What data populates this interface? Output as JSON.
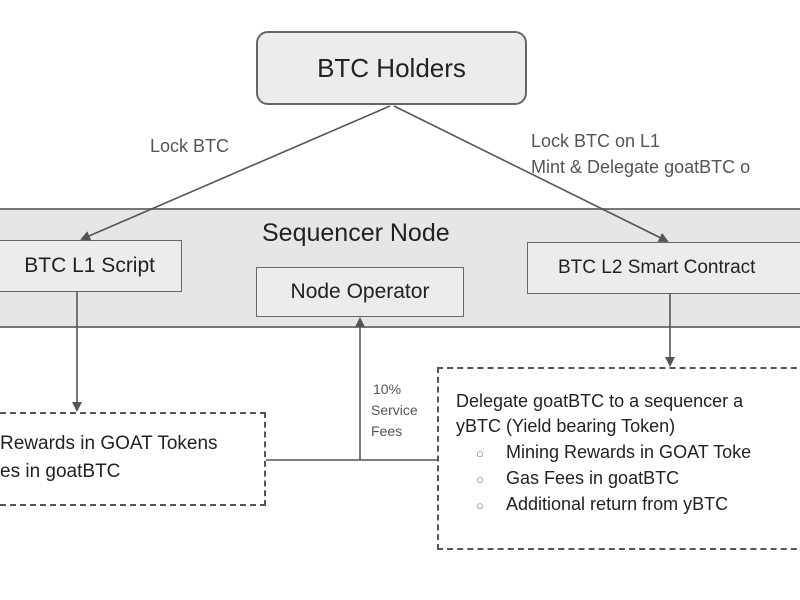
{
  "nodes": {
    "holders": "BTC Holders",
    "sequencer_node": "Sequencer Node",
    "l1_script": "BTC L1 Script",
    "node_operator": "Node Operator",
    "l2_contract": "BTC L2 Smart Contract"
  },
  "edges": {
    "lock_btc": "Lock BTC",
    "lock_btc_l1_line1": "Lock BTC on L1",
    "lock_btc_l1_line2": "Mint & Delegate goatBTC o",
    "service_fee_line1": "10%",
    "service_fee_line2": "Service",
    "service_fee_line3": "Fees"
  },
  "left_panel": {
    "line1": "Rewards in GOAT Tokens",
    "line2": "es in goatBTC"
  },
  "right_panel": {
    "line1": "Delegate goatBTC to a sequencer a",
    "line2": "yBTC (Yield bearing Token)",
    "bullet_marker": "○",
    "bullets": [
      "Mining Rewards in GOAT Toke",
      "Gas Fees in goatBTC",
      "Additional return from yBTC"
    ]
  }
}
